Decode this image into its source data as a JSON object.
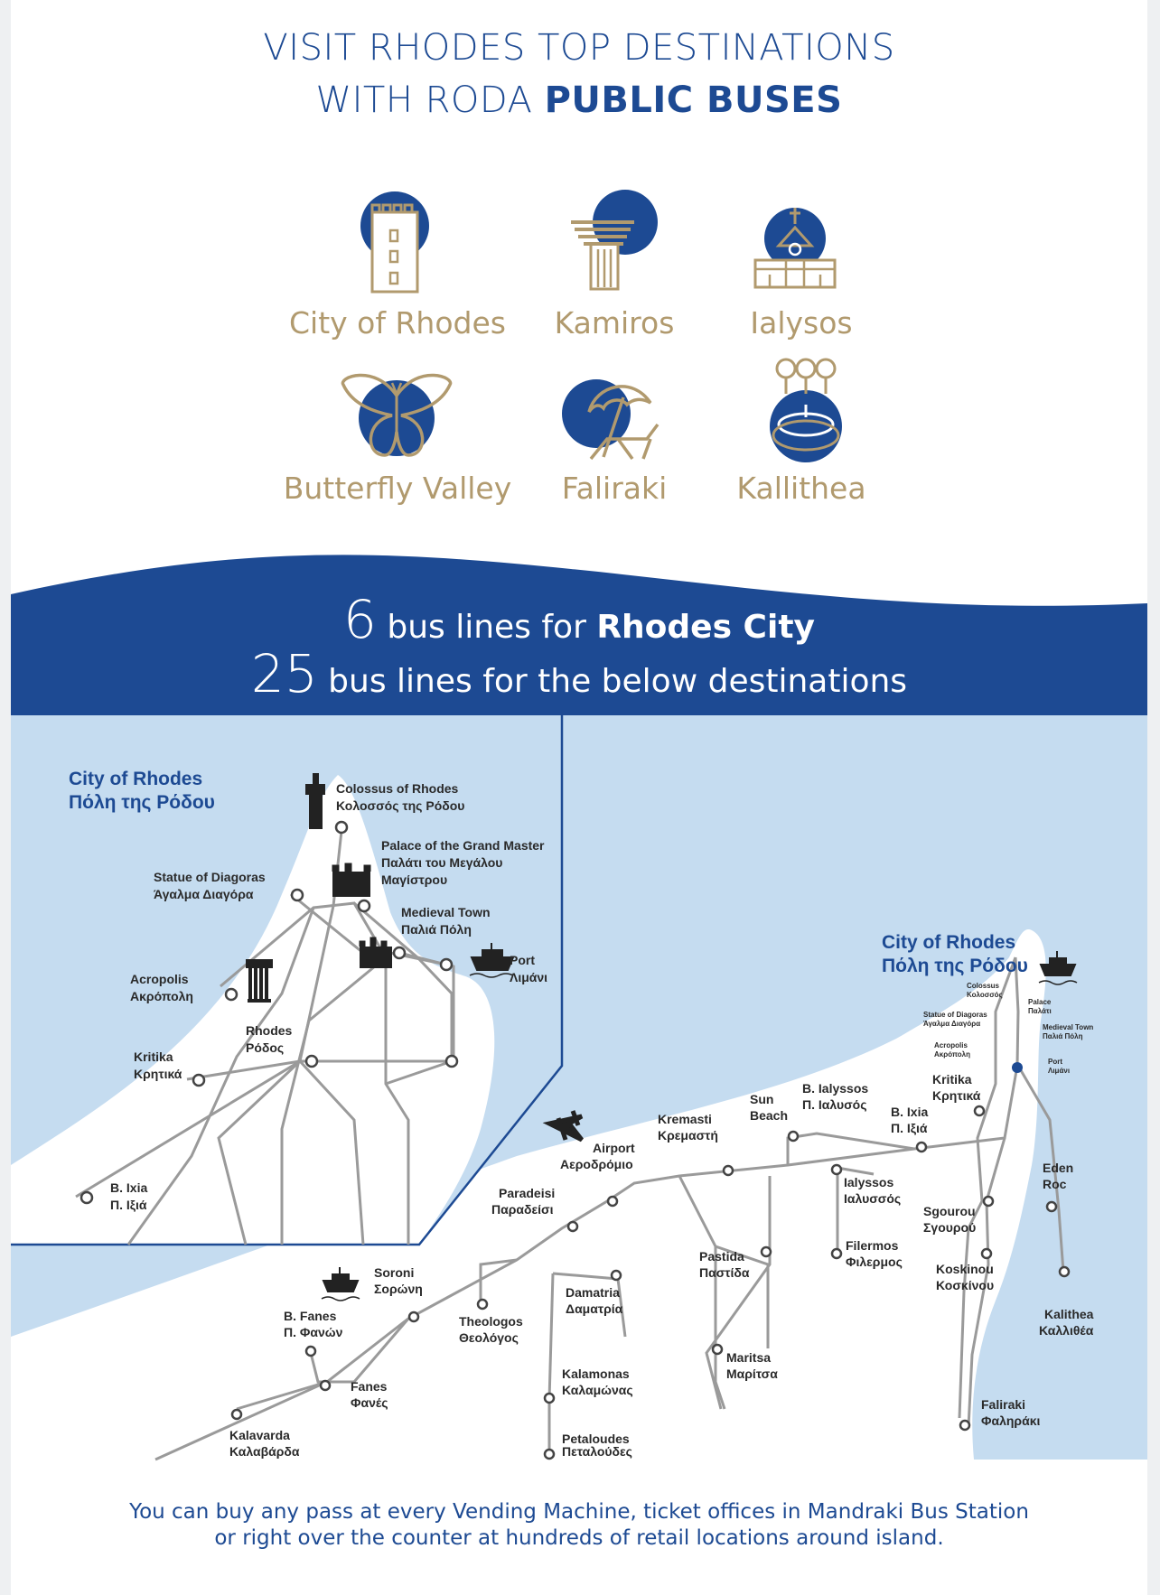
{
  "header": {
    "line1": "VISIT RHODES TOP DESTINATIONS",
    "line2_prefix": "WITH RODA ",
    "line2_bold": "PUBLIC BUSES"
  },
  "destinations": [
    {
      "label": "City of Rhodes",
      "icon": "tower-icon"
    },
    {
      "label": "Kamiros",
      "icon": "column-icon"
    },
    {
      "label": "Ialysos",
      "icon": "church-icon"
    },
    {
      "label": "Butterfly Valley",
      "icon": "butterfly-icon"
    },
    {
      "label": "Faliraki",
      "icon": "beach-umbrella-icon"
    },
    {
      "label": "Kallithea",
      "icon": "fountain-icon"
    }
  ],
  "banner": {
    "line1_num": "6",
    "line1_text": " bus lines for ",
    "line1_bold": "Rhodes City",
    "line2_num": "25",
    "line2_text": " bus lines for the below destinations"
  },
  "colors": {
    "brand_blue": "#1d4a93",
    "gold": "#b19a6e",
    "sea": "#c5dcf0",
    "land": "#ffffff",
    "route": "#9a9a9a"
  },
  "map": {
    "inset": {
      "title_en": "City of Rhodes",
      "title_gr": "Πόλη της Ρόδου",
      "colossus_en": "Colossus of Rhodes",
      "colossus_gr": "Κολοσσός της Ρόδου",
      "palace_1": "Palace of the Grand Master",
      "palace_2": "Παλάτι του Μεγάλου",
      "palace_3": "Μαγίστρου",
      "diagoras_en": "Statue of Diagoras",
      "diagoras_gr": "Άγαλμα Διαγόρα",
      "medieval_en": "Medieval Town",
      "medieval_gr": "Παλιά Πόλη",
      "port_en": "Port",
      "port_gr": "Λιμάνι",
      "acropolis_en": "Acropolis",
      "acropolis_gr": "Ακρόπολη",
      "rhodes_en": "Rhodes",
      "rhodes_gr": "Ρόδος",
      "kritika_en": "Kritika",
      "kritika_gr": "Κρητικά",
      "ixia_en": "B. Ixia",
      "ixia_gr": "Π. Ιξιά"
    },
    "main": {
      "title_en": "City of Rhodes",
      "title_gr": "Πόλη της Ρόδου",
      "mini_colossus_1": "Colossus",
      "mini_colossus_2": "Κολοσσός",
      "mini_palace_1": "Palace",
      "mini_palace_2": "Παλάτι",
      "mini_diagoras_1": "Statue of Diagoras",
      "mini_diagoras_2": "Άγαλμα Διαγόρα",
      "mini_medieval_1": "Medieval Town",
      "mini_medieval_2": "Παλιά Πόλη",
      "mini_acropolis_1": "Acropolis",
      "mini_acropolis_2": "Ακρόπολη",
      "mini_port_1": "Port",
      "mini_port_2": "Λιμάνι",
      "kritika_en": "Kritika",
      "kritika_gr": "Κρητικά",
      "ixia_en": "B. Ixia",
      "ixia_gr": "Π. Ιξιά",
      "ialyssos_beach_en": "B. Ialyssos",
      "ialyssos_beach_gr": "Π. Ιαλυσός",
      "sun_beach_1": "Sun",
      "sun_beach_2": "Beach",
      "kremasti_en": "Kremasti",
      "kremasti_gr": "Κρεμαστή",
      "airport_en": "Airport",
      "airport_gr": "Αεροδρόμιο",
      "paradeisi_en": "Paradeisi",
      "paradeisi_gr": "Παραδείσι",
      "ialyssos_en": "Ialyssos",
      "ialyssos_gr": "Ιαλυσσός",
      "eden_1": "Eden",
      "eden_2": "Roc",
      "sgourou_en": "Sgourou",
      "sgourou_gr": "Σγουρού",
      "filermos_en": "Filermos",
      "filermos_gr": "Φιλερμος",
      "pastida_en": "Pastida",
      "pastida_gr": "Παστίδα",
      "koskinou_en": "Koskinou",
      "koskinou_gr": "Κοσκίνου",
      "soroni_en": "Soroni",
      "soroni_gr": "Σορώνη",
      "damatria_en": "Damatria",
      "damatria_gr": "Δαματρία",
      "fanes_beach_en": "B. Fanes",
      "fanes_beach_gr": "Π. Φανών",
      "theologos_en": "Theologos",
      "theologos_gr": "Θεολόγος",
      "kalithea_en": "Kalithea",
      "kalithea_gr": "Καλλιθέα",
      "maritsa_en": "Maritsa",
      "maritsa_gr": "Μαρίτσα",
      "kalamonas_en": "Kalamonas",
      "kalamonas_gr": "Καλαμώνας",
      "fanes_en": "Fanes",
      "fanes_gr": "Φανές",
      "faliraki_en": "Faliraki",
      "faliraki_gr": "Φαληράκι",
      "kalavarda_en": "Kalavarda",
      "kalavarda_gr": "Καλαβάρδα",
      "petaloudes_en": "Petaloudes",
      "petaloudes_gr": "Πεταλούδες"
    }
  },
  "footer": {
    "line1": "You can buy any pass at every Vending Machine, ticket offices in Mandraki Bus Station",
    "line2": "or right over the counter at hundreds of retail locations around island."
  }
}
